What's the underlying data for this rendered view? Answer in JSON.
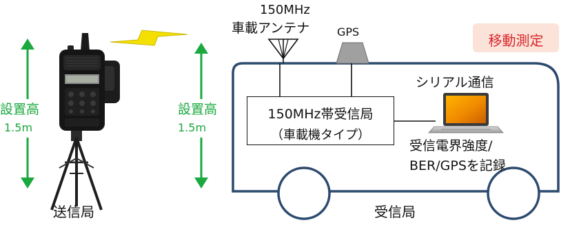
{
  "transmitter": {
    "label": "送信局",
    "height_label": "設置高",
    "height_value": "1.5m"
  },
  "vehicle_antenna": {
    "freq": "150MHz",
    "label": "車載アンテナ"
  },
  "gps_antenna": {
    "label": "GPS"
  },
  "mode_badge": {
    "label": "移動測定"
  },
  "receiver_unit": {
    "line1": "150MHz帯受信局",
    "line2": "（車載機タイプ）"
  },
  "receiver_height": {
    "height_label": "設置高",
    "height_value": "1.5m"
  },
  "laptop": {
    "label": "シリアル通信",
    "record_line1": "受信電界強度/",
    "record_line2": "BER/GPSを記録"
  },
  "vehicle": {
    "label": "受信局"
  },
  "colors": {
    "vehicle_outline": "#2c4a6e",
    "height_arrow": "#1aa83f",
    "badge_bg": "#fbe3d9",
    "badge_text": "#d9262b",
    "radio_wave": "#f4e000",
    "gps_fill": "#a0a0a0"
  }
}
